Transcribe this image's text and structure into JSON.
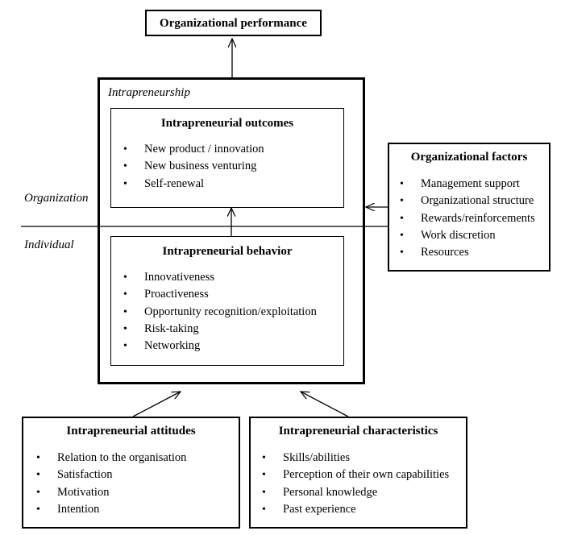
{
  "performance": {
    "title": "Organizational performance"
  },
  "intrapreneurship": {
    "label": "Intrapreneurship"
  },
  "outcomes": {
    "title": "Intrapreneurial outcomes",
    "items": [
      "New product / innovation",
      "New business venturing",
      "Self-renewal"
    ]
  },
  "behavior": {
    "title": "Intrapreneurial behavior",
    "items": [
      "Innovativeness",
      "Proactiveness",
      "Opportunity recognition/exploitation",
      "Risk-taking",
      "Networking"
    ]
  },
  "org_factors": {
    "title": "Organizational factors",
    "items": [
      "Management support",
      "Organizational structure",
      "Rewards/reinforcements",
      "Work discretion",
      "Resources"
    ]
  },
  "levels": {
    "organization": "Organization",
    "individual": "Individual"
  },
  "attitudes": {
    "title": "Intrapreneurial attitudes",
    "items": [
      "Relation to the organisation",
      "Satisfaction",
      "Motivation",
      "Intention"
    ]
  },
  "characteristics": {
    "title": "Intrapreneurial characteristics",
    "items": [
      "Skills/abilities",
      "Perception of their own capabilities",
      "Personal knowledge",
      "Past experience"
    ]
  }
}
